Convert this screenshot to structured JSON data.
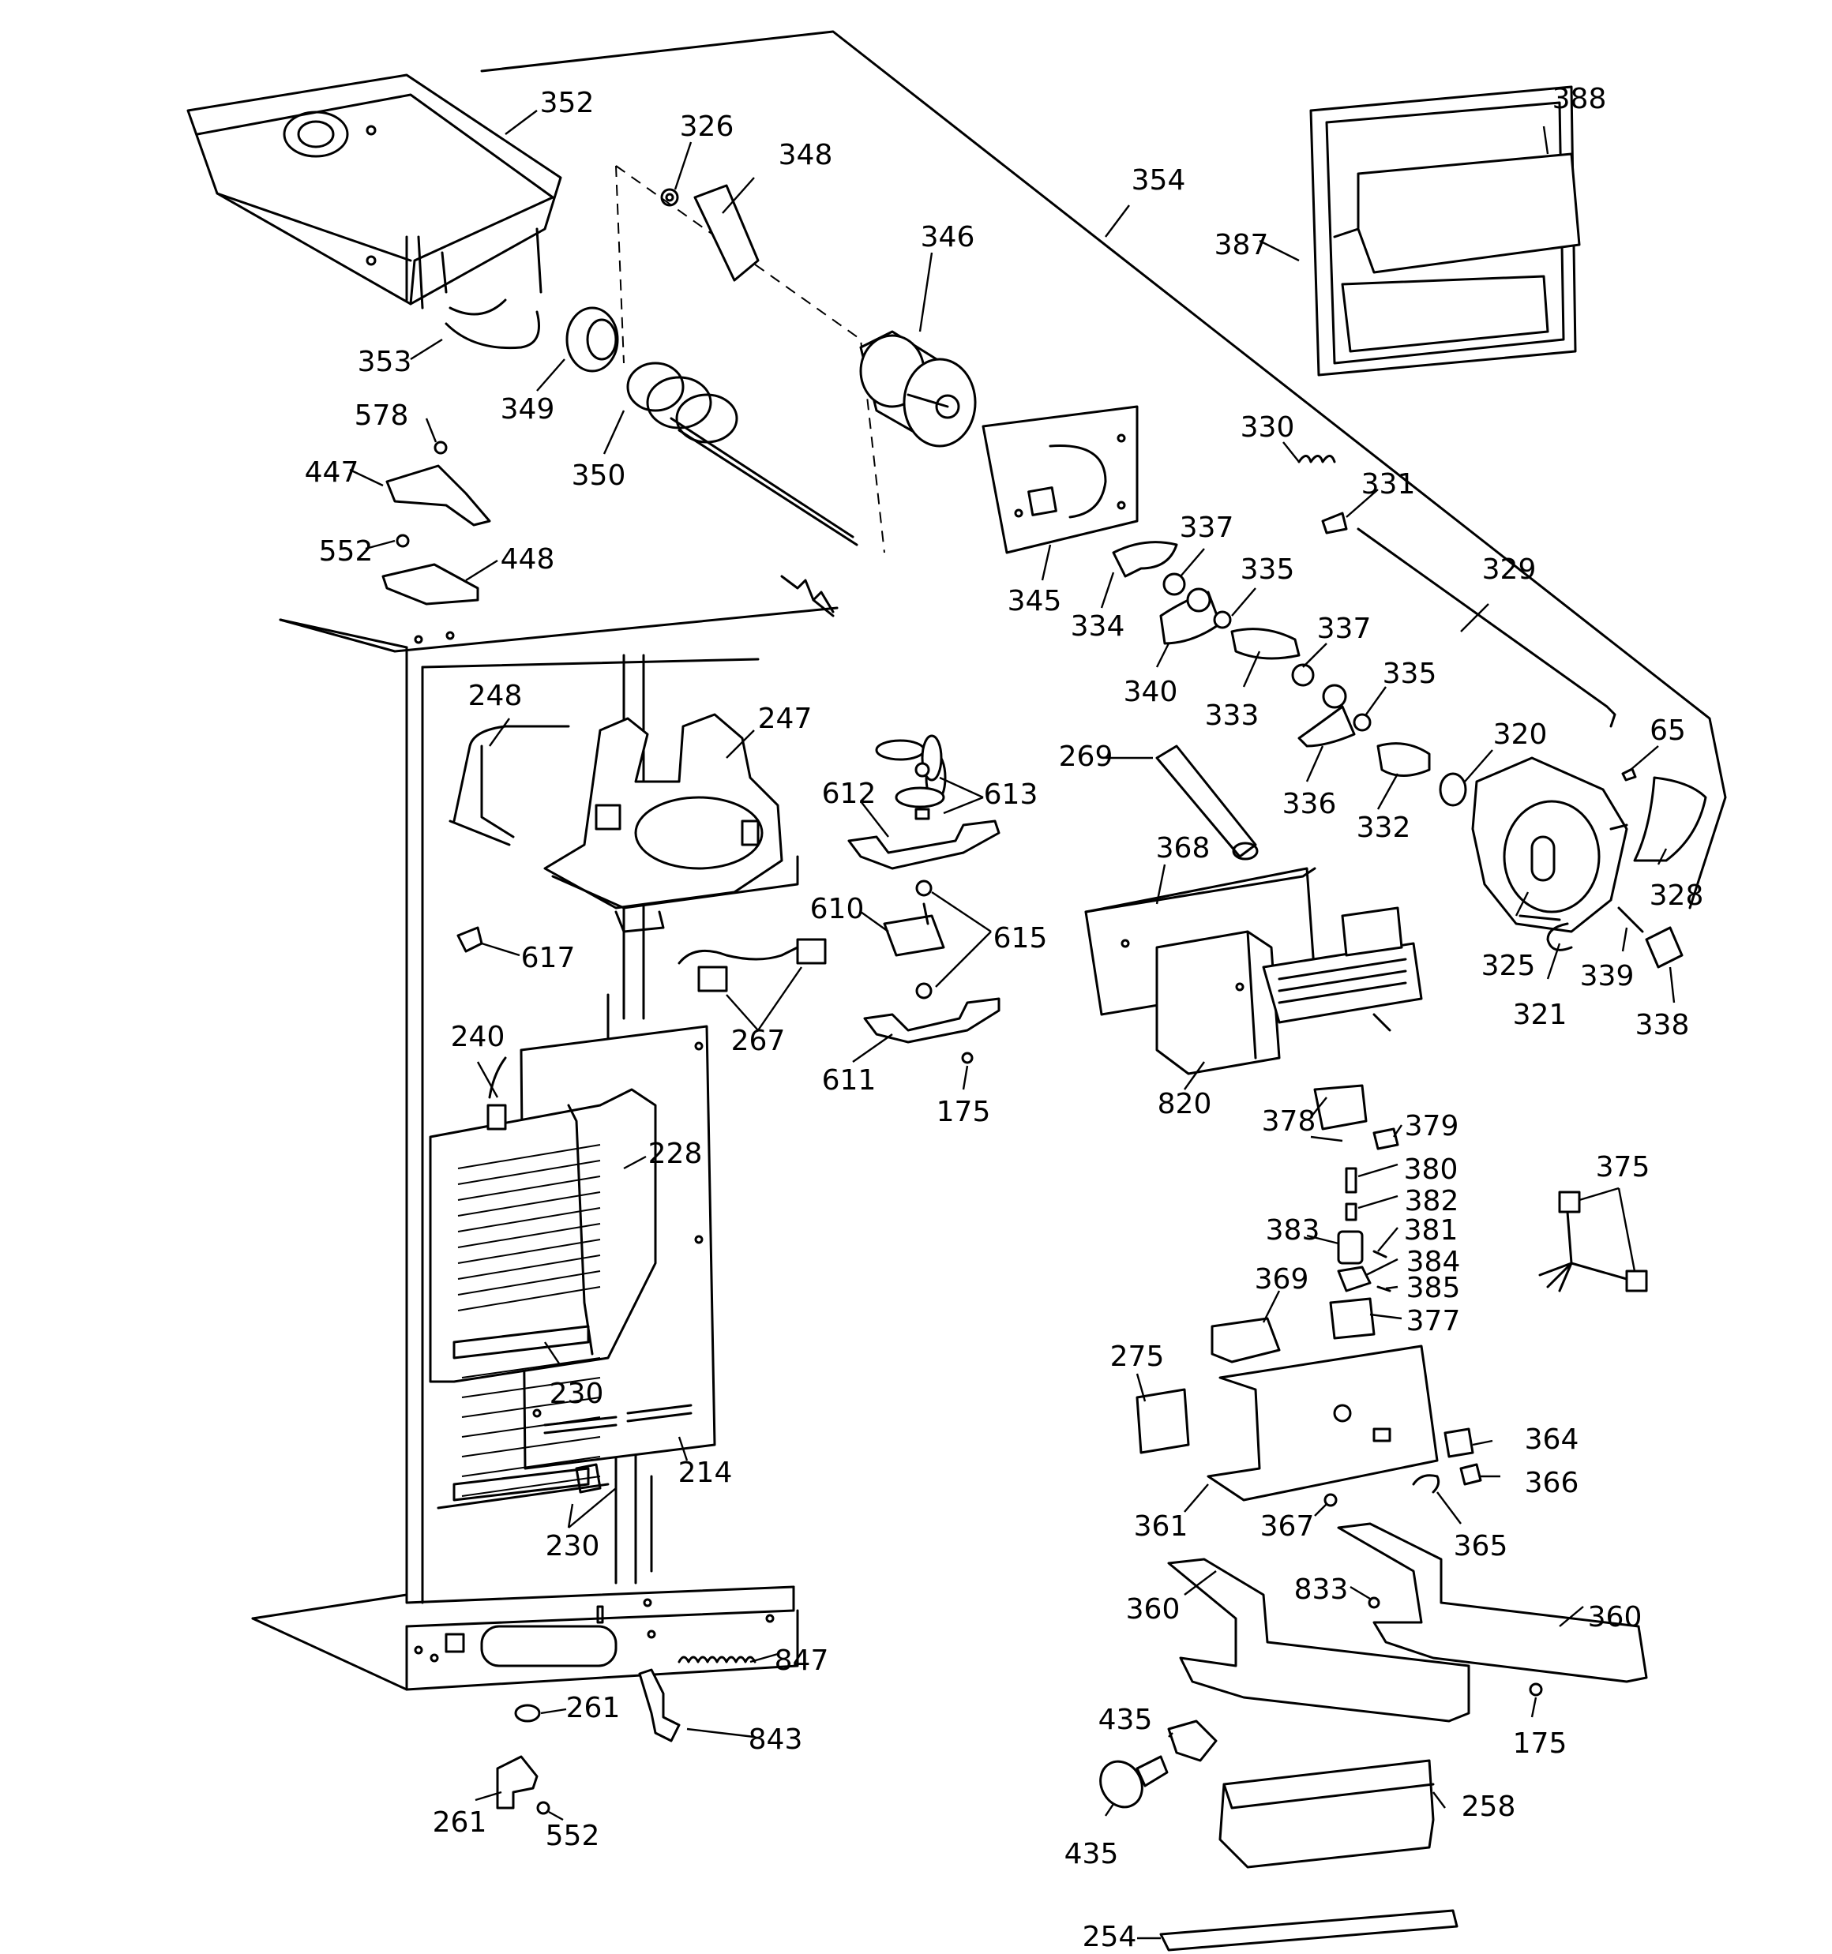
{
  "labels": [
    "352",
    "326",
    "348",
    "346",
    "354",
    "388",
    "387",
    "353",
    "349",
    "350",
    "578",
    "447",
    "552",
    "448",
    "345",
    "330",
    "331",
    "337",
    "335",
    "334",
    "340",
    "333",
    "329",
    "337",
    "335",
    "336",
    "332",
    "320",
    "65",
    "328",
    "325",
    "321",
    "339",
    "338",
    "248",
    "247",
    "612",
    "613",
    "610",
    "615",
    "617",
    "267",
    "611",
    "175",
    "269",
    "368",
    "820",
    "240",
    "228",
    "230",
    "214",
    "230",
    "378",
    "379",
    "380",
    "382",
    "381",
    "383",
    "384",
    "385",
    "377",
    "369",
    "375",
    "275",
    "361",
    "364",
    "366",
    "367",
    "365",
    "833",
    "360",
    "360",
    "175",
    "847",
    "843",
    "261",
    "261",
    "552",
    "435",
    "435",
    "258",
    "254"
  ]
}
